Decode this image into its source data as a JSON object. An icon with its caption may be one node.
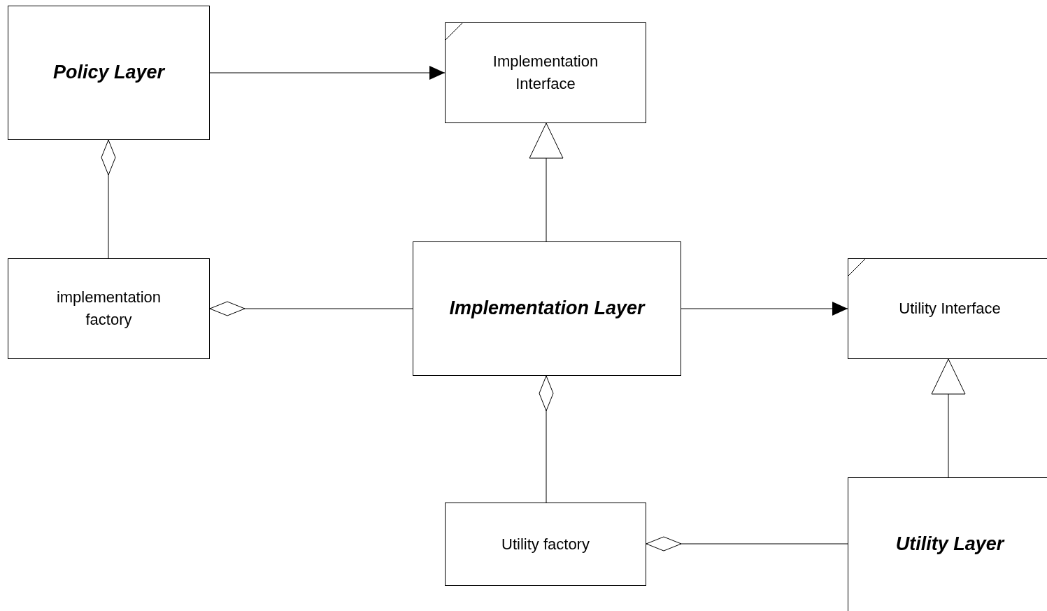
{
  "diagram": {
    "nodes": [
      {
        "text": [
          "Policy Layer"
        ]
      },
      {
        "text": [
          "Implementation Interface"
        ]
      },
      {
        "text": [
          "implementation factory"
        ]
      },
      {
        "text": [
          "Implementation Layer"
        ]
      },
      {
        "text": [
          "Utility Interface"
        ]
      },
      {
        "text": [
          "Utility factory"
        ]
      },
      {
        "text": [
          "Utility Layer"
        ]
      }
    ],
    "edges": [
      {
        "from": 0,
        "to": 1,
        "arrow": "to"
      },
      {
        "from": 2,
        "to": 0,
        "arrow": "other"
      },
      {
        "from": 3,
        "to": 1,
        "arrow": "to"
      },
      {
        "from": 3,
        "to": 2,
        "arrow": "other"
      },
      {
        "from": 3,
        "to": 4,
        "arrow": "to"
      },
      {
        "from": 5,
        "to": 3,
        "arrow": "other"
      },
      {
        "from": 6,
        "to": 4,
        "arrow": "to"
      },
      {
        "from": 6,
        "to": 5,
        "arrow": "other"
      }
    ]
  }
}
